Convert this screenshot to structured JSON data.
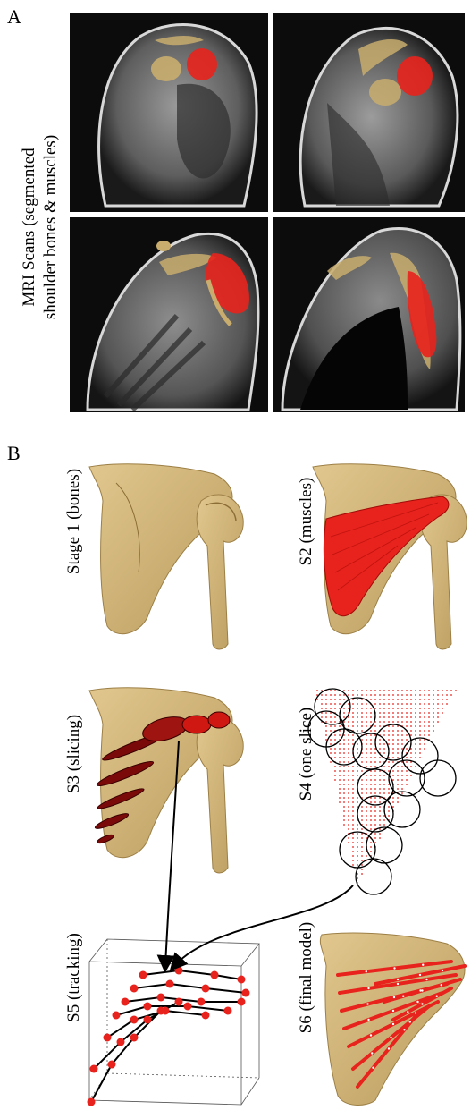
{
  "figure": {
    "panel_a_label": "A",
    "panel_b_label": "B",
    "mri_caption_line1": "MRI Scans (segmented",
    "mri_caption_line2": "shoulder bones & muscles)",
    "stages": {
      "s1": "Stage 1 (bones)",
      "s2": "S2 (muscles)",
      "s3": "S3 (slicing)",
      "s4": "S4 (one slice)",
      "s5": "S5 (tracking)",
      "s6": "S6 (final model)"
    },
    "colors": {
      "bone": "#d2b57a",
      "muscle": "#e8221c",
      "mri_background": "#0c0c0c",
      "muscle_slice": "#7a0a0a"
    }
  }
}
